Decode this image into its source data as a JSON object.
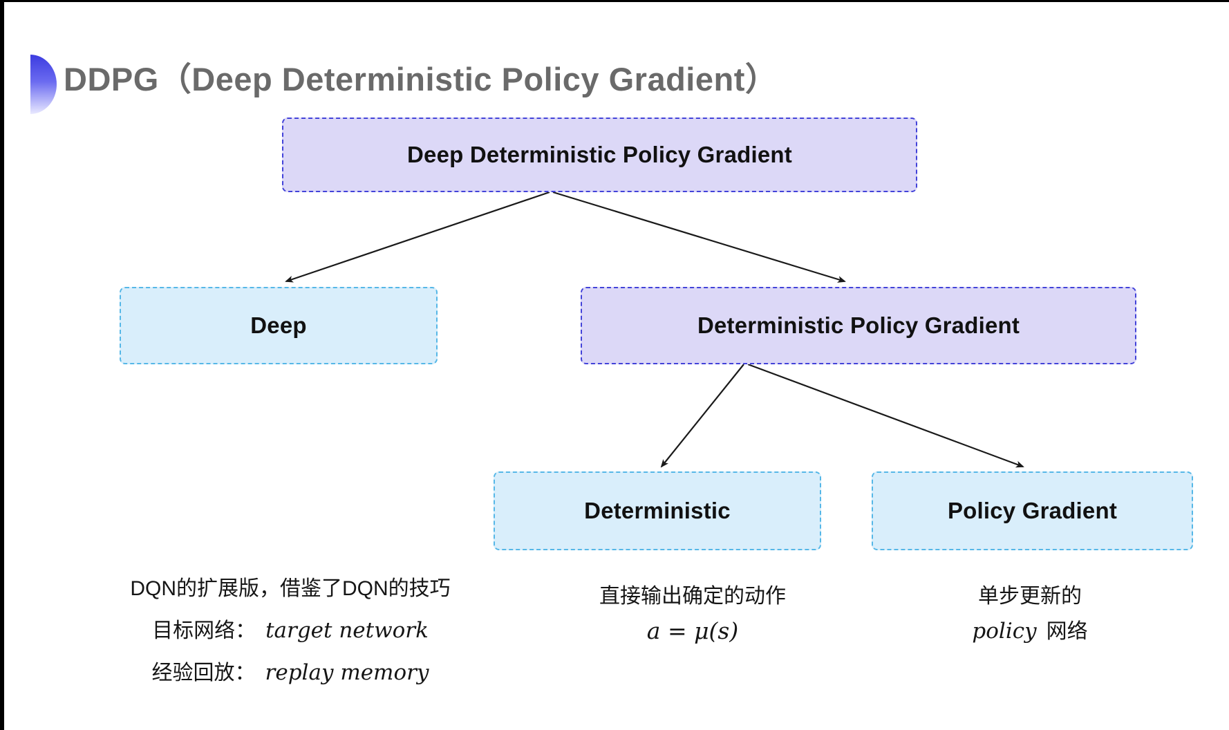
{
  "title": "DDPG（Deep Deterministic Policy Gradient）",
  "tree": {
    "root": {
      "label": "Deep Deterministic Policy Gradient"
    },
    "deep": {
      "label": "Deep"
    },
    "dpg": {
      "label": "Deterministic Policy Gradient"
    },
    "det": {
      "label": "Deterministic"
    },
    "pg": {
      "label": "Policy Gradient"
    }
  },
  "notes": {
    "left": {
      "line1": "DQN的扩展版，借鉴了DQN的技巧",
      "line2_label": "目标网络：",
      "line2_value": "target network",
      "line3_label": "经验回放：",
      "line3_value": "replay memory"
    },
    "middle": {
      "line1": "直接输出确定的动作",
      "formula": "a = μ(s)"
    },
    "right": {
      "line1": "单步更新的",
      "line2_italic": "policy",
      "line2_rest": "网络"
    }
  },
  "colors": {
    "lavender_fill": "#dcd8f7",
    "lavender_border": "#4242d9",
    "cyan_fill": "#d9eefb",
    "cyan_border": "#55b7e7",
    "arrow": "#1a1a1a",
    "title_gray": "#6a6a6a",
    "bullet_top": "#3c3ce0",
    "bullet_bottom": "#e9e9ff"
  }
}
